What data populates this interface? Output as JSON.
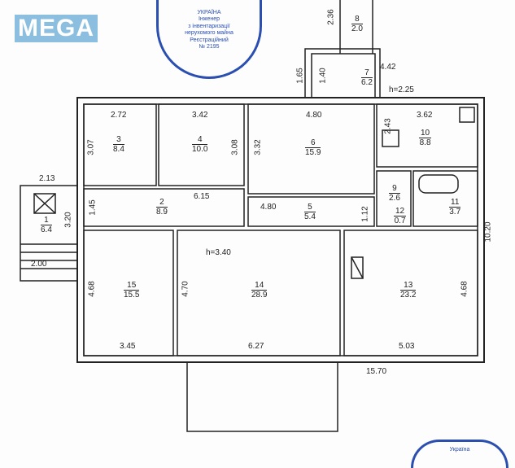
{
  "logo": "MEGA",
  "stamp": {
    "line1": "УКРАЇНА",
    "line2": "Інженер",
    "line3": "з інвентаризації",
    "line4": "нерухомого майна",
    "line5": "Реєстраційний",
    "line6": "№ 2195"
  },
  "stamp2": "Україна",
  "rooms": [
    {
      "n": "1",
      "a": "6.4"
    },
    {
      "n": "2",
      "a": "8.9"
    },
    {
      "n": "3",
      "a": "8.4"
    },
    {
      "n": "4",
      "a": "10.0"
    },
    {
      "n": "5",
      "a": "5.4"
    },
    {
      "n": "6",
      "a": "15.9"
    },
    {
      "n": "7",
      "a": "6.2"
    },
    {
      "n": "8",
      "a": "2.0"
    },
    {
      "n": "9",
      "a": "2.6"
    },
    {
      "n": "10",
      "a": "8.8"
    },
    {
      "n": "11",
      "a": "3.7"
    },
    {
      "n": "12",
      "a": "0.7"
    },
    {
      "n": "13",
      "a": "23.2"
    },
    {
      "n": "14",
      "a": "28.9"
    },
    {
      "n": "15",
      "a": "15.5"
    }
  ],
  "dims": {
    "d236": "2.36",
    "d165": "1.65",
    "d140": "1.40",
    "d442": "4.42",
    "h225": "h=2.25",
    "d272": "2.72",
    "d342": "3.42",
    "d480a": "4.80",
    "d362": "3.62",
    "d307": "3.07",
    "d308": "3.08",
    "d332": "3.32",
    "d243": "2.43",
    "d213": "2.13",
    "d145": "1.45",
    "d615": "6.15",
    "d480b": "4.80",
    "d112": "1.12",
    "d320": "3.20",
    "d200": "2.00",
    "d1020": "10.20",
    "h340": "h=3.40",
    "d468a": "4.68",
    "d470": "4.70",
    "d468b": "4.68",
    "d345": "3.45",
    "d627": "6.27",
    "d503": "5.03",
    "d1570": "15.70"
  }
}
